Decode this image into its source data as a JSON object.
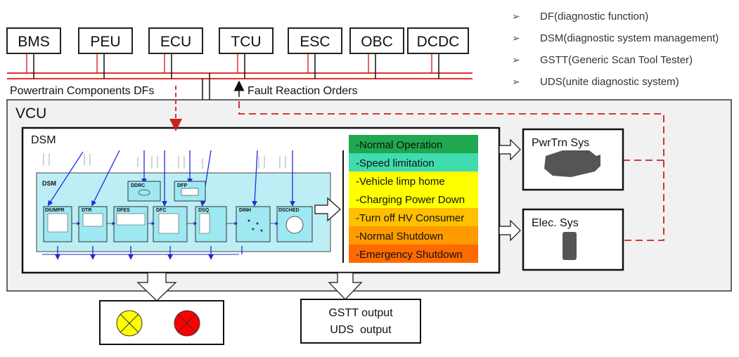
{
  "components": [
    {
      "label": "BMS"
    },
    {
      "label": "PEU"
    },
    {
      "label": "ECU"
    },
    {
      "label": "TCU"
    },
    {
      "label": "ESC"
    },
    {
      "label": "OBC"
    },
    {
      "label": "DCDC"
    }
  ],
  "legend": [
    {
      "arrow": "➢",
      "text": "DF(diagnostic function)"
    },
    {
      "arrow": "➢",
      "text": "DSM(diagnostic system management)"
    },
    {
      "arrow": "➢",
      "text": "GSTT(Generic Scan Tool Tester)"
    },
    {
      "arrow": "➢",
      "text": "UDS(unite diagnostic system)"
    }
  ],
  "bus": {
    "left_label": "Powertrain Components DFs",
    "right_label": "Fault Reaction Orders",
    "bus_color": "#e0302a"
  },
  "vcu": {
    "label": "VCU"
  },
  "dsm": {
    "label": "DSM",
    "inner_title": "DSM",
    "blocks": [
      {
        "label": "DIUMPR"
      },
      {
        "label": "DTR"
      },
      {
        "label": "DFES"
      },
      {
        "label": "DFC"
      },
      {
        "label": "DSQ"
      },
      {
        "label": "DINH"
      },
      {
        "label": "DSCHED"
      }
    ],
    "top_blocks": [
      {
        "label": "DDRC"
      },
      {
        "label": "DFP"
      }
    ]
  },
  "status_levels": [
    {
      "text": "-Normal Operation",
      "color": "#1fa84f"
    },
    {
      "text": "-Speed limitation",
      "color": "#3fdcb0"
    },
    {
      "text": "-Vehicle limp home",
      "color": "#ffff00"
    },
    {
      "text": "-Charging Power Down",
      "color": "#ffff00"
    },
    {
      "text": "-Turn off HV Consumer",
      "color": "#ffc000"
    },
    {
      "text": "-Normal Shutdown",
      "color": "#ff9a00"
    },
    {
      "text": "-Emergency Shutdown",
      "color": "#ff6a00"
    }
  ],
  "systems": [
    {
      "label": "PwrTrn Sys"
    },
    {
      "label": "Elec. Sys"
    }
  ],
  "outputs": {
    "lamps": [
      {
        "color": "#ffff00",
        "name": "warning-lamp"
      },
      {
        "color": "#ff0000",
        "name": "fault-lamp"
      }
    ],
    "gstt": "GSTT output",
    "uds": "UDS  output"
  }
}
